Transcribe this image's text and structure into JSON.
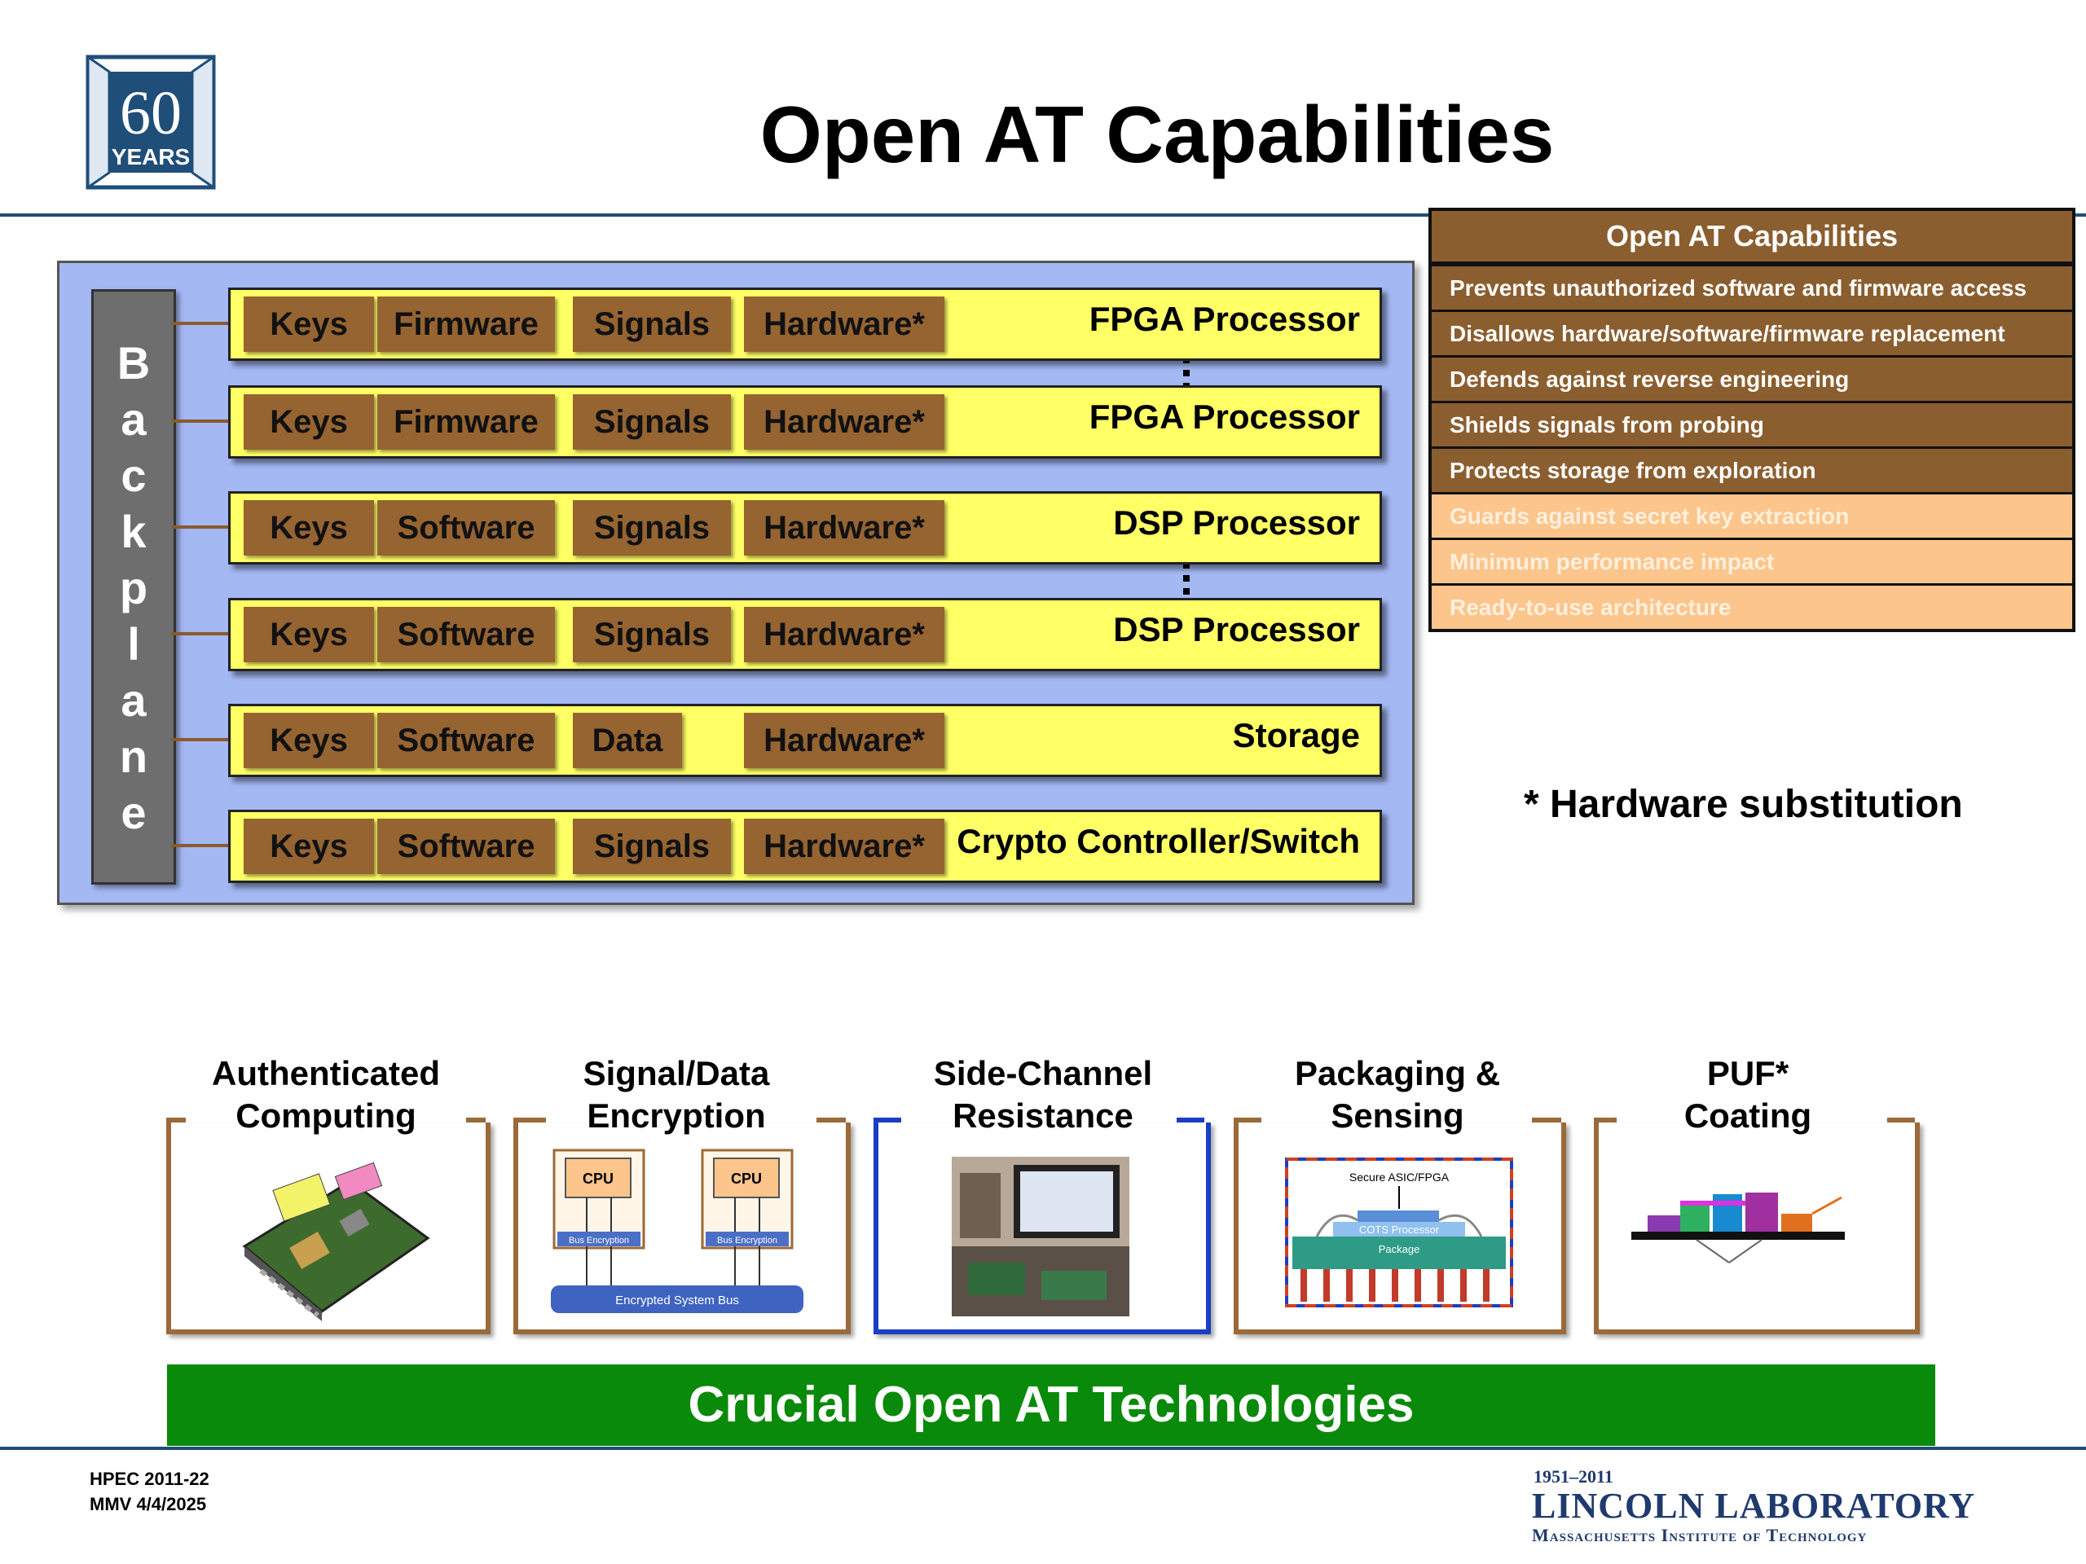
{
  "slide": {
    "title": "Open AT Capabilities",
    "logo_60": {
      "number": "60",
      "word": "YEARS"
    }
  },
  "backplane": {
    "letters": [
      "B",
      "a",
      "c",
      "k",
      "p",
      "l",
      "a",
      "n",
      "e"
    ],
    "rows": [
      {
        "chips": [
          "Keys",
          "Firmware",
          "Signals",
          "Hardware*"
        ],
        "label": "FPGA Processor"
      },
      {
        "chips": [
          "Keys",
          "Firmware",
          "Signals",
          "Hardware*"
        ],
        "label": "FPGA Processor"
      },
      {
        "chips": [
          "Keys",
          "Software",
          "Signals",
          "Hardware*"
        ],
        "label": "DSP Processor"
      },
      {
        "chips": [
          "Keys",
          "Software",
          "Signals",
          "Hardware*"
        ],
        "label": "DSP Processor"
      },
      {
        "chips": [
          "Keys",
          "Software",
          "Data",
          "Hardware*"
        ],
        "label": "Storage"
      },
      {
        "chips": [
          "Keys",
          "Software",
          "Signals",
          "Hardware*"
        ],
        "label": "Crypto Controller/Switch"
      }
    ]
  },
  "capabilities": {
    "header": "Open AT Capabilities",
    "items": [
      "Prevents unauthorized software and firmware access",
      "Disallows hardware/software/firmware replacement",
      "Defends against reverse engineering",
      "Shields signals from probing",
      "Protects storage from exploration",
      "Guards against secret key extraction",
      "Minimum performance impact",
      "Ready-to-use architecture"
    ]
  },
  "note": "* Hardware substitution",
  "technologies": [
    {
      "line1": "Authenticated",
      "line2": "Computing"
    },
    {
      "line1": "Signal/Data",
      "line2": "Encryption",
      "cpu_label": "CPU",
      "bus_enc_label": "Bus Encryption",
      "system_bus_label": "Encrypted System Bus"
    },
    {
      "line1": "Side-Channel",
      "line2": "Resistance"
    },
    {
      "line1": "Packaging &",
      "line2": "Sensing",
      "asic_label": "Secure ASIC/FPGA",
      "cots_label": "COTS Processor",
      "package_label": "Package"
    },
    {
      "line1": "PUF*",
      "line2": "Coating"
    }
  ],
  "banner": "Crucial Open AT Technologies",
  "footer": {
    "line1": "HPEC 2011-22",
    "line2": "MMV 4/4/2025",
    "years": "1951–2011",
    "lab": "LINCOLN LABORATORY",
    "institute": "Massachusetts Institute of Technology"
  },
  "colors": {
    "row_fill": "#ffff66",
    "chip_fill": "#966431",
    "panel_fill": "#a4b8f4",
    "banner_green": "#0a8a0a",
    "table_dark": "#8b5e2f",
    "table_light": "#fcc58c"
  }
}
